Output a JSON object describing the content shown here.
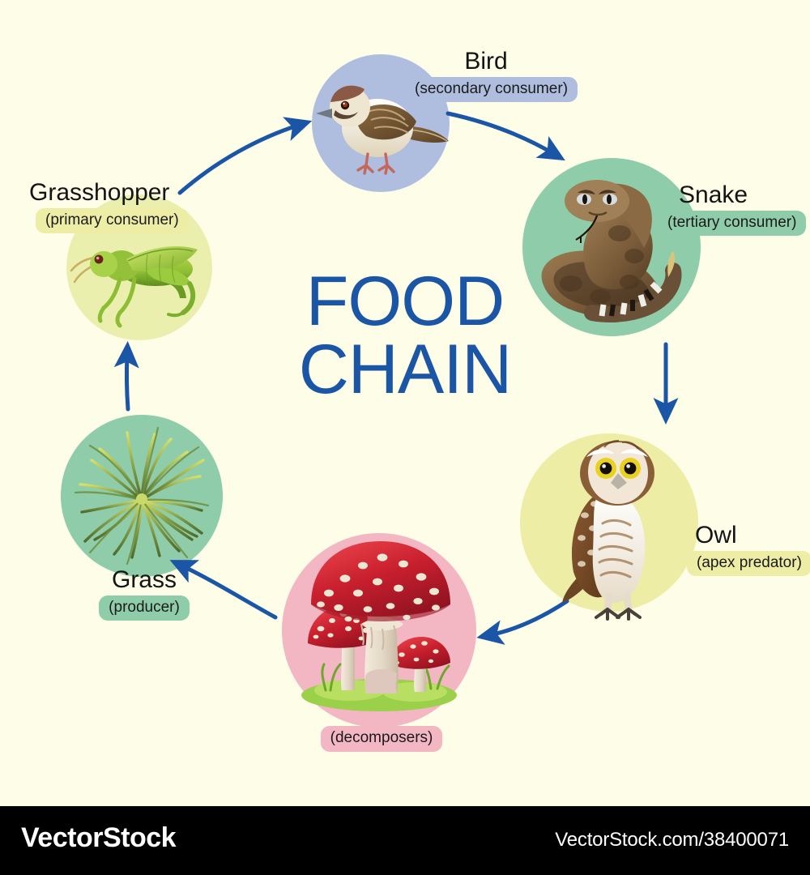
{
  "title": "FOOD\nCHAIN",
  "title_color": "#1B56A6",
  "background_color": "#FDFDE8",
  "arrow_color": "#1B56A6",
  "nodes": [
    {
      "id": "bird",
      "name": "Bird",
      "role": "(secondary consumer)",
      "badge_color": "#AFBEDF",
      "circle_color": "#AFBEDF",
      "icon": "sparrow-bird-illustration"
    },
    {
      "id": "snake",
      "name": "Snake",
      "role": "(tertiary consumer)",
      "badge_color": "#8FCCAA",
      "circle_color": "#8FCCAA",
      "icon": "rattlesnake-illustration"
    },
    {
      "id": "owl",
      "name": "Owl",
      "role": "(apex predator)",
      "badge_color": "#EDEDA6",
      "circle_color": "#EDEDA6",
      "icon": "burrowing-owl-illustration"
    },
    {
      "id": "decomposers",
      "name": "",
      "role": "(decomposers)",
      "badge_color": "#F3B6C3",
      "circle_color": "#F3B6C3",
      "icon": "mushrooms-illustration"
    },
    {
      "id": "grass",
      "name": "Grass",
      "role": "(producer)",
      "badge_color": "#8FCCAA",
      "circle_color": "#8FCCAA",
      "icon": "grass-tuft-illustration"
    },
    {
      "id": "grasshopper",
      "name": "Grasshopper",
      "role": "(primary consumer)",
      "badge_color": "#EDEDA6",
      "circle_color": "#EAEFAE",
      "icon": "grasshopper-illustration"
    }
  ],
  "flow": [
    {
      "from": "grass",
      "to": "grasshopper"
    },
    {
      "from": "grasshopper",
      "to": "bird"
    },
    {
      "from": "bird",
      "to": "snake"
    },
    {
      "from": "snake",
      "to": "owl"
    },
    {
      "from": "owl",
      "to": "decomposers"
    },
    {
      "from": "decomposers",
      "to": "grass"
    }
  ],
  "footer": {
    "brand": "VectorStock",
    "url": "VectorStock.com/38400071"
  }
}
